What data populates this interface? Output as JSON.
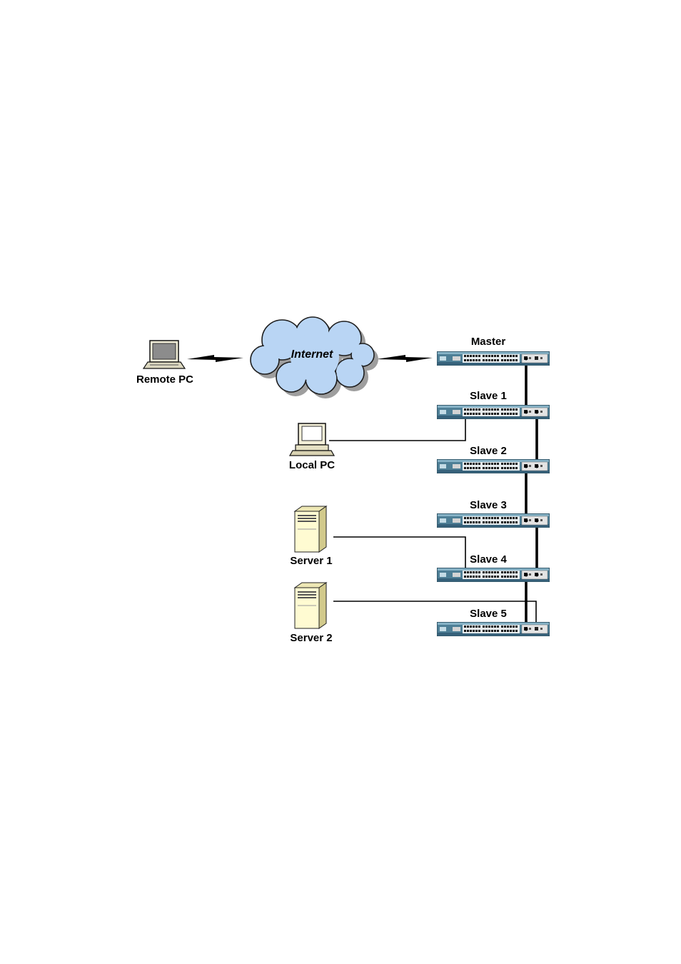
{
  "diagram": {
    "remote_pc": {
      "label": "Remote PC"
    },
    "internet": {
      "label": "Internet"
    },
    "local_pc": {
      "label": "Local PC"
    },
    "server_1": {
      "label": "Server 1"
    },
    "server_2": {
      "label": "Server 2"
    },
    "switches": [
      {
        "label": "Master"
      },
      {
        "label": "Slave 1"
      },
      {
        "label": "Slave 2"
      },
      {
        "label": "Slave 3"
      },
      {
        "label": "Slave 4"
      },
      {
        "label": "Slave 5"
      }
    ]
  },
  "colors": {
    "cloud_fill": "#b8d4f4",
    "switch_body": "#5a8aa0",
    "server_fill": "#fffbd0",
    "pc_fill": "#f3efd8"
  },
  "icons": {
    "remote_pc": "laptop-icon",
    "internet": "cloud-icon",
    "local_pc": "desktop-pc-icon",
    "servers": "server-tower-icon",
    "switches": "network-switch-icon",
    "wan_links": "lightning-link-icon"
  }
}
